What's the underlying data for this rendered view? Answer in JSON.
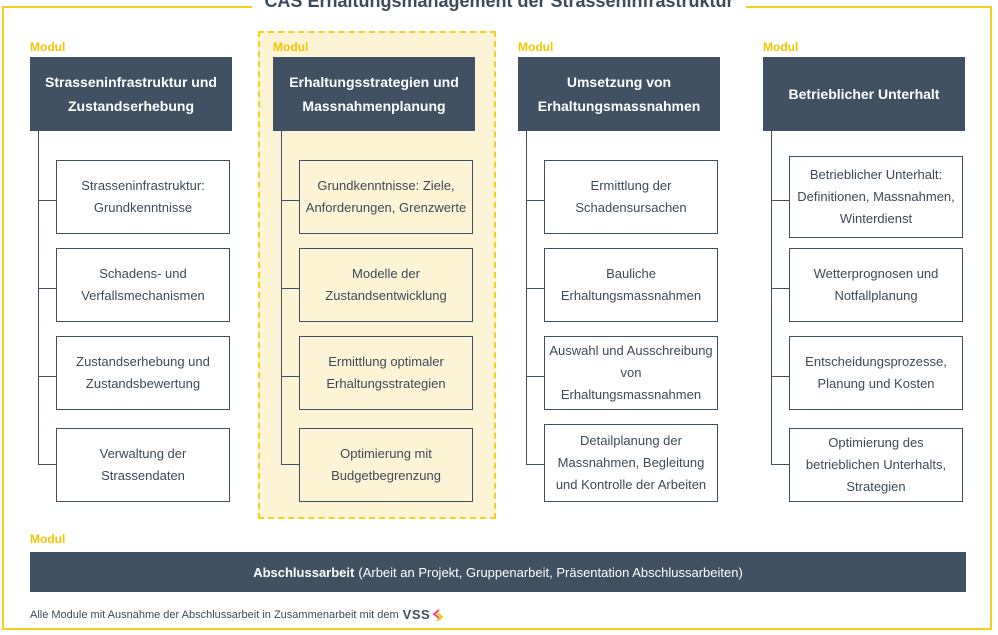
{
  "title": "CAS Erhaltungsmanagement der Strasseninfrastruktur",
  "modul_label": "Modul",
  "columns": [
    {
      "header": "Strasseninfrastruktur und Zustandserhebung",
      "items": [
        "Strasseninfrastruktur: Grundkenntnisse",
        "Schadens- und Verfallsmechanismen",
        "Zustandserhebung und Zustandsbewertung",
        "Verwaltung der Strassendaten"
      ]
    },
    {
      "header": "Erhaltungsstrategien und Massnahmenplanung",
      "items": [
        "Grundkenntnisse: Ziele, Anforderungen, Grenzwerte",
        "Modelle der Zustandsentwicklung",
        "Ermittlung optimaler Erhaltungsstrategien",
        "Optimierung mit Budgetbegrenzung"
      ]
    },
    {
      "header": "Umsetzung von Erhaltungsmassnahmen",
      "items": [
        "Ermittlung der Schadensursachen",
        "Bauliche Erhaltungsmassnahmen",
        "Auswahl und Ausschreibung von Erhaltungsmassnahmen",
        "Detailplanung der Massnahmen, Begleitung und Kontrolle der Arbeiten"
      ]
    },
    {
      "header": "Betrieblicher Unterhalt",
      "items": [
        "Betrieblicher Unterhalt: Definitionen, Massnahmen, Winterdienst",
        "Wetterprognosen und Notfallplanung",
        "Entscheidungsprozesse, Planung und Kosten",
        "Optimierung des betrieblichen Unterhalts, Strategien"
      ]
    }
  ],
  "final": {
    "title": "Abschlussarbeit",
    "detail": "(Arbeit an Projekt, Gruppenarbeit, Präsentation Abschlussarbeiten)"
  },
  "note": "Alle Module mit Ausnahme der Abschlussarbeit in Zusammenarbeit mit dem",
  "logo_text": "VSS",
  "colors": {
    "accent": "#f4d11e",
    "header_bg": "#3f5162",
    "highlight_bg": "#fdf4d5"
  }
}
